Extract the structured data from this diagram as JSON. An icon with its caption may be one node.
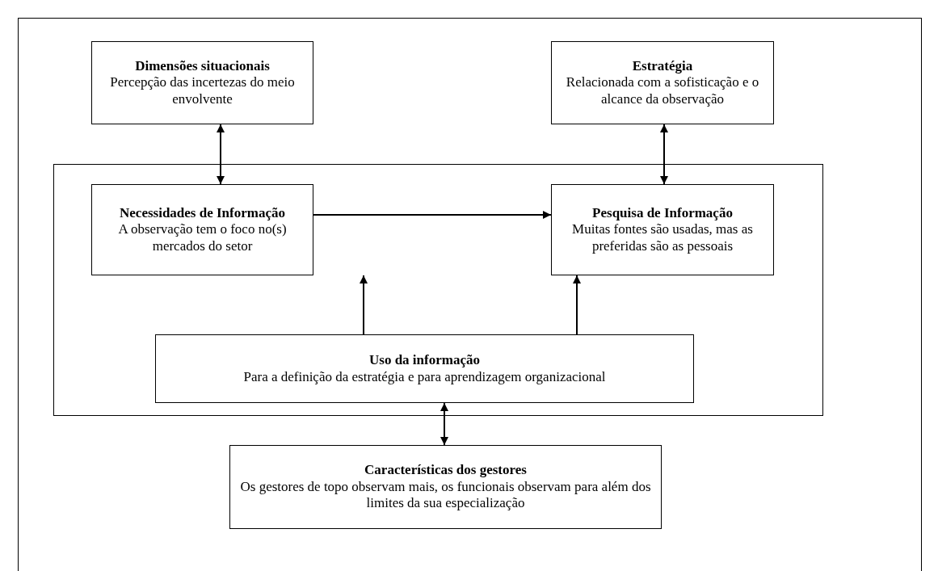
{
  "diagram": {
    "nodes": [
      {
        "text": [
          "Dimensões situacionais",
          "Percepção das incertezas do meio envolvente"
        ]
      },
      {
        "text": [
          "Estratégia",
          "Relacionada com a sofisticação e o alcance da observação"
        ]
      },
      {
        "text": [],
        "shape": "box"
      },
      {
        "text": [
          "Necessidades de Informação",
          "A observação tem o foco no(s) mercados do setor"
        ],
        "in": 2
      },
      {
        "text": [
          "Pesquisa de Informação",
          "Muitas fontes são usadas, mas as preferidas são as pessoais"
        ],
        "in": 2
      },
      {
        "text": [
          "Uso da informação",
          "Para a definição da estratégia e para aprendizagem organizacional"
        ],
        "in": 2
      },
      {
        "text": [
          "Características dos gestores",
          "Os gestores de topo observam mais, os funcionais observam para além dos limites da sua especialização"
        ]
      }
    ],
    "edges": [
      {
        "from": 0,
        "to": 3,
        "arrow": "both"
      },
      {
        "from": 1,
        "to": 4,
        "arrow": "both"
      },
      {
        "from": 3,
        "to": 4,
        "arrow": "to"
      },
      {
        "from": 5,
        "to": 3,
        "arrow": "to"
      },
      {
        "from": 5,
        "to": 4,
        "arrow": "to"
      },
      {
        "from": 5,
        "to": 6,
        "arrow": "both"
      }
    ]
  }
}
